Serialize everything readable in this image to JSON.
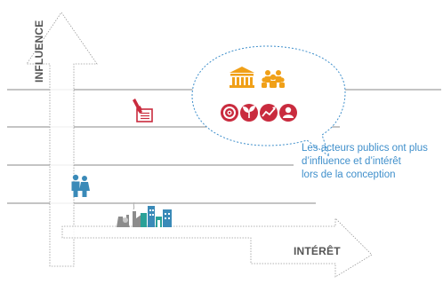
{
  "axes": {
    "y_label": "INFLUENCE",
    "x_label": "INTÉRÊT"
  },
  "callout": {
    "lines": [
      "Les acteurs publics ont plus",
      "d’influence et d’intérêt",
      "lors de la conception"
    ]
  },
  "colors": {
    "gov_orange": "#f0a018",
    "action_red": "#c92b3e",
    "citizen_blue": "#3a8ab8",
    "teal": "#2aa198",
    "callout_blue": "#3f8fcb",
    "line_gray": "#8a8a8a"
  },
  "icons": [
    "government-building-icon",
    "group-icon",
    "target-icon",
    "seedling-icon",
    "growth-chart-icon",
    "person-icon",
    "contract-signing-icon",
    "couple-icon",
    "industry-icon",
    "city-buildings-icon"
  ]
}
